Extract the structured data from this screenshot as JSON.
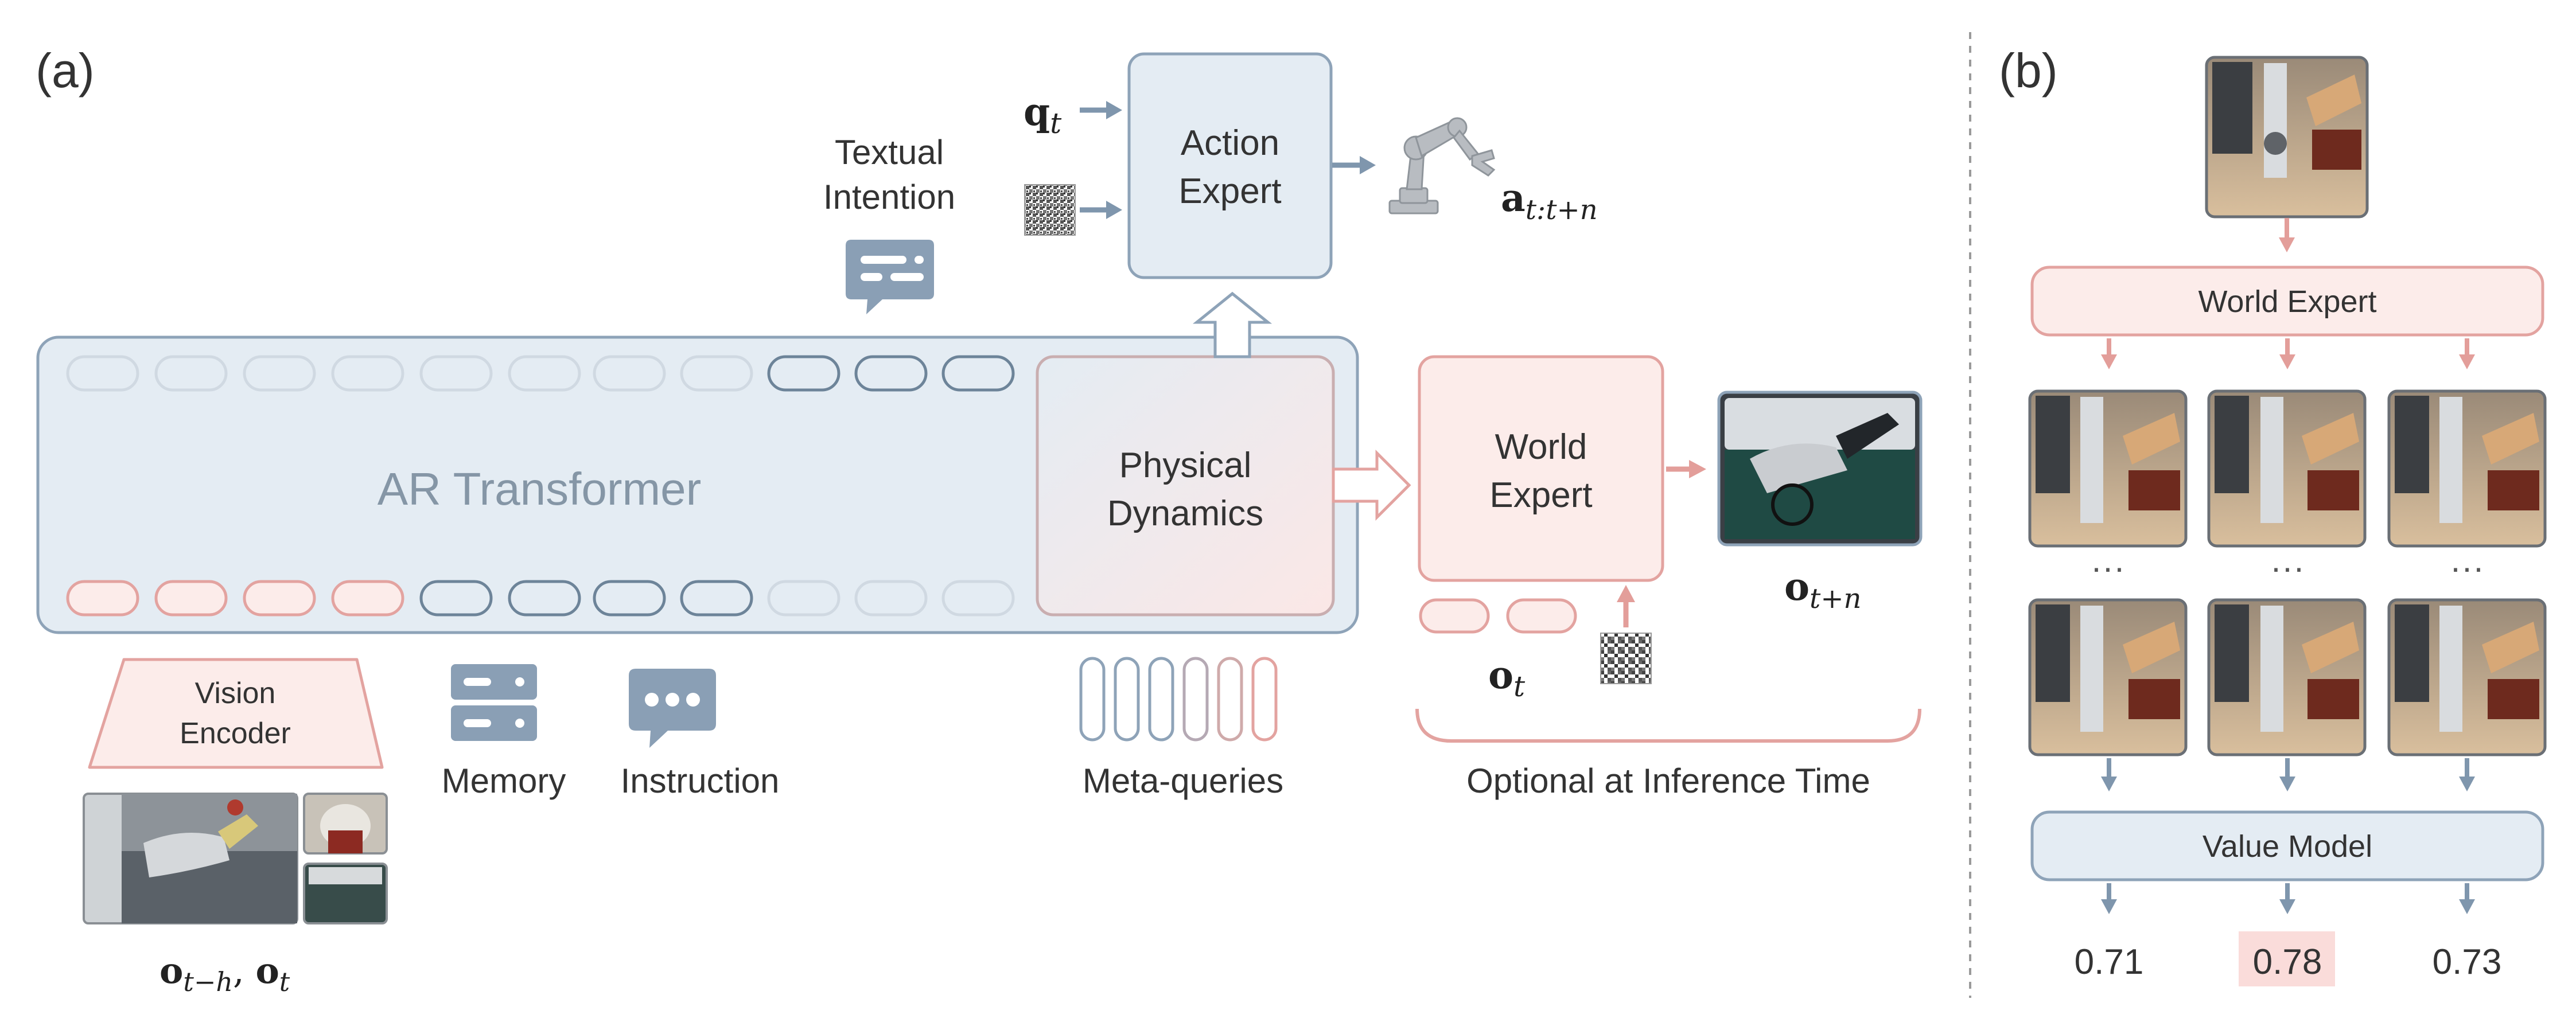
{
  "panel_a": {
    "label": "(a)",
    "ar_transformer": "AR Transformer",
    "physical_dynamics": [
      "Physical",
      "Dynamics"
    ],
    "action_expert": [
      "Action",
      "Expert"
    ],
    "world_expert": [
      "World",
      "Expert"
    ],
    "textual_intention": [
      "Textual",
      "Intention"
    ],
    "vision_encoder": [
      "Vision",
      "Encoder"
    ],
    "memory": "Memory",
    "instruction": "Instruction",
    "meta_queries": "Meta-queries",
    "optional": "Optional at Inference Time",
    "q_t": {
      "base": "q",
      "sub": "t"
    },
    "a_t": {
      "base": "a",
      "sub": "t:t+n"
    },
    "o_t": {
      "base": "o",
      "sub": "t"
    },
    "o_tn": {
      "base": "o",
      "sub": "t+n"
    },
    "o_hist": {
      "base1": "o",
      "sub1": "t−h",
      "sep": ", ",
      "base2": "o",
      "sub2": "t"
    }
  },
  "panel_b": {
    "label": "(b)",
    "world_expert": "World Expert",
    "value_model": "Value Model",
    "ellipsis": "···",
    "scores": [
      "0.71",
      "0.78",
      "0.73"
    ]
  },
  "colors": {
    "blue_fill": "#e4ecf3",
    "blue_stroke": "#8ea3b8",
    "pink_fill": "#fcecea",
    "pink_stroke": "#e3a3a0",
    "arrow_blue": "#7f96ad",
    "arrow_pink": "#e39e9a",
    "icon_blue": "#8a9fb5",
    "highlight": "#fadcda"
  }
}
